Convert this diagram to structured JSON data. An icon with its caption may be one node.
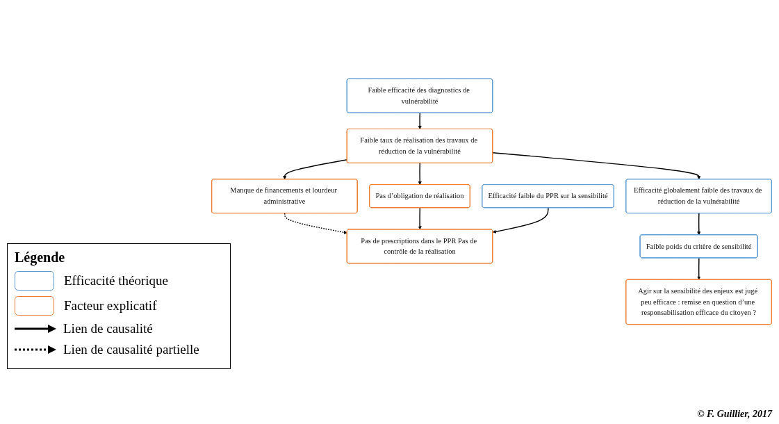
{
  "diagram": {
    "caption": "© F. Guillier, 2017",
    "nodes": [
      {
        "text": [
          "Faible efficacité des diagnostics de vulnérabilité"
        ]
      },
      {
        "text": [
          "Faible taux de réalisation des travaux de réduction de la vulnérabilité"
        ]
      },
      {
        "text": [
          "Manque de financements et lourdeur administrative"
        ]
      },
      {
        "text": [
          "Pas d’obligation de réalisation"
        ]
      },
      {
        "text": [
          "Efficacité globalement faible des travaux de réduction de la vulnérabilité"
        ]
      },
      {
        "text": [
          "Pas de prescriptions dans le PPR Pas de contrôle de la réalisation"
        ]
      },
      {
        "text": [
          "Faible poids du critère de sensibilité"
        ]
      },
      {
        "text": [
          "Efficacité faible du PPR sur la sensibilité"
        ]
      },
      {
        "text": [
          "Agir sur la sensibilité des enjeux est jugé peu efficace : remise en question d’une responsabilisation efficace du citoyen ?"
        ]
      }
    ],
    "edges": [
      {
        "from": 0,
        "to": 1,
        "arrow": "to"
      },
      {
        "from": 1,
        "to": 2,
        "arrow": "to"
      },
      {
        "from": 1,
        "to": 3,
        "arrow": "to"
      },
      {
        "from": 1,
        "to": 4,
        "arrow": "to"
      },
      {
        "from": 2,
        "to": 5,
        "arrow": "to",
        "style": "dashed"
      },
      {
        "from": 3,
        "to": 5,
        "arrow": "to"
      },
      {
        "from": 4,
        "to": 6,
        "arrow": "to"
      },
      {
        "from": 7,
        "to": 5,
        "arrow": "to"
      },
      {
        "from": 6,
        "to": 8,
        "arrow": "to"
      }
    ],
    "labels": [
      "Légende"
    ],
    "legend": [
      {
        "text": "Efficacité théorique",
        "color": "#5b9bd5"
      },
      {
        "text": "Facteur explicatif",
        "color": "#ed7d31"
      },
      {
        "text": "Lien de causalité"
      },
      {
        "text": "Lien de causalité partielle"
      }
    ]
  }
}
